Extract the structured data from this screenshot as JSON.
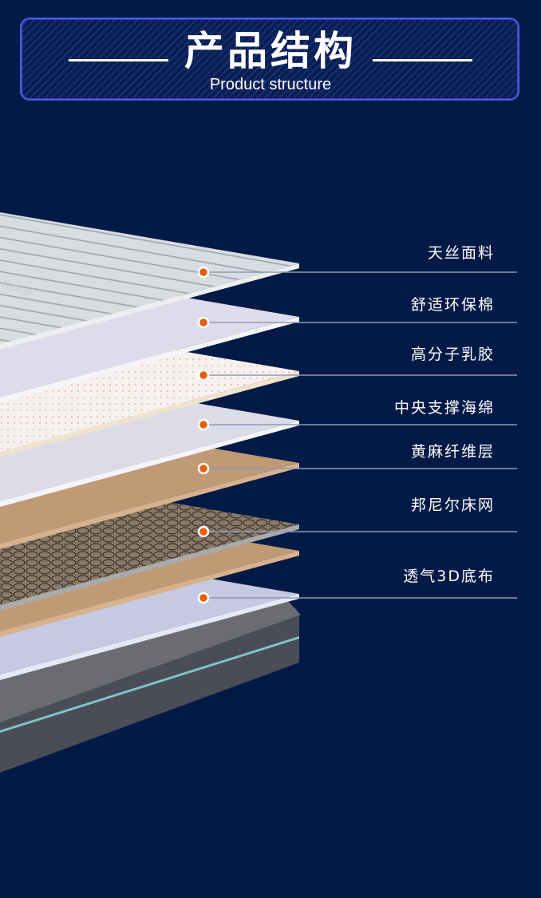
{
  "header": {
    "title": "产品结构",
    "subtitle": "Product structure"
  },
  "product_logo_text": "Tencel",
  "layers": [
    {
      "label": "天丝面料",
      "color": "#d5dbe0"
    },
    {
      "label": "舒适环保棉",
      "color": "#dedbea"
    },
    {
      "label": "高分子乳胶",
      "color": "#f6f1f1"
    },
    {
      "label": "中央支撑海绵",
      "color": "#dcdbe8"
    },
    {
      "label": "黄麻纤维层",
      "color": "#c09a75"
    },
    {
      "label": "邦尼尔床网",
      "color": "#7b6a5a"
    },
    {
      "label": "透气3D底布",
      "color": "#c7c9e2"
    }
  ],
  "colors": {
    "background": "#031a46",
    "dot": "#e85d0c",
    "line": "#8e9bb3",
    "jute": "#c09a75",
    "base": "#4a4d55"
  }
}
